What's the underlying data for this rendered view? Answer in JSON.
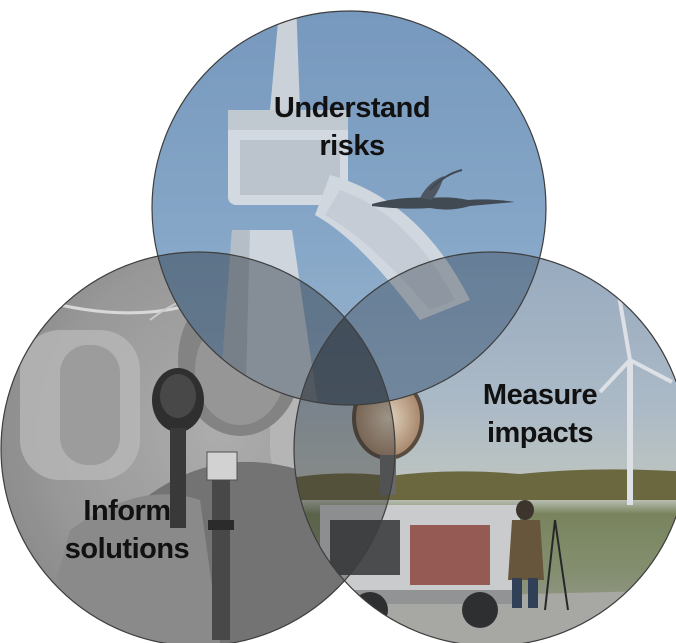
{
  "diagram": {
    "type": "three-circle-venn",
    "circles": [
      {
        "id": "understand-risks",
        "label_lines": [
          "Understand",
          "risks"
        ],
        "photo": "wind-turbine-with-flying-crane",
        "color": "#7fa2c4"
      },
      {
        "id": "inform-solutions",
        "label_lines": [
          "Inform",
          "solutions"
        ],
        "photo": "grayscale-person-with-microphones",
        "color": "#a9a9a9"
      },
      {
        "id": "measure-impacts",
        "label_lines": [
          "Measure",
          "impacts"
        ],
        "photo": "radar-truck-and-wind-turbine-at-dusk",
        "color": "#a8b7c6"
      }
    ]
  }
}
